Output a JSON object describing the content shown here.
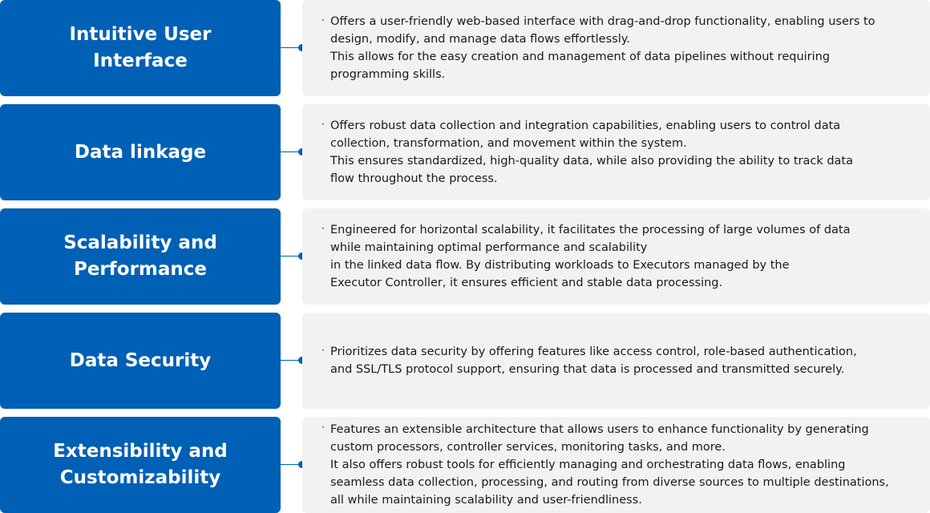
{
  "features": [
    {
      "title": "Intuitive User Interface",
      "bullet": "·",
      "description": "Offers a user-friendly web-based interface with drag-and-drop functionality, enabling users to\ndesign, modify, and manage data flows effortlessly.\nThis allows for the easy creation and management of data pipelines without requiring\nprogramming skills."
    },
    {
      "title": "Data linkage",
      "bullet": "·",
      "description": "Offers robust data collection and integration capabilities, enabling users to control data\ncollection, transformation, and movement within the system.\nThis ensures standardized, high-quality data, while also providing the ability to track data\nflow throughout the process."
    },
    {
      "title": "Scalability and\nPerformance",
      "bullet": "·",
      "description": "Engineered for horizontal scalability, it facilitates the processing of large volumes of data\nwhile maintaining optimal performance and scalability\nin the linked data flow. By distributing workloads to Executors managed by the\nExecutor Controller, it ensures efficient and stable data processing."
    },
    {
      "title": "Data Security",
      "bullet": "·",
      "description": "Prioritizes data security by offering features like access control, role-based authentication,\nand SSL/TLS protocol support, ensuring that data is processed and transmitted securely."
    },
    {
      "title": "Extensibility and\nCustomizability",
      "bullet": "·",
      "description": "Features an extensible architecture that allows users to enhance functionality by generating\ncustom processors, controller services, monitoring tasks, and more.\nIt also offers robust tools for efficiently managing and orchestrating data flows, enabling\nseamless data collection, processing, and routing from diverse sources to multiple destinations,\nall while maintaining scalability and user-friendliness."
    }
  ],
  "colors": {
    "accent": "#0060b5",
    "panel": "#f2f2f2",
    "title_text": "#ffffff",
    "body_text": "#1a1a1a"
  }
}
